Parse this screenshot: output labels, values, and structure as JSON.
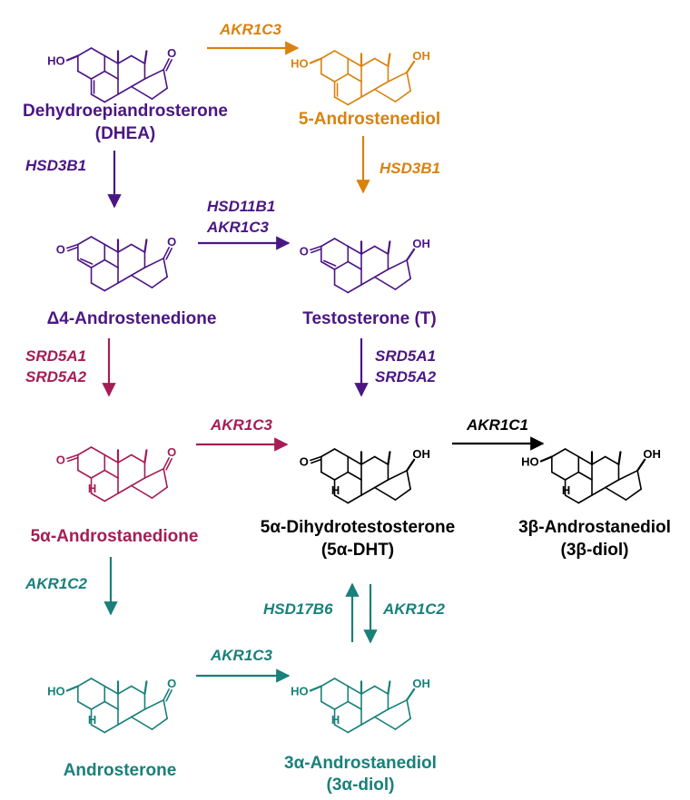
{
  "colors": {
    "purple": "#4b1684",
    "orange": "#d9820f",
    "crimson": "#a51d55",
    "black": "#000000",
    "teal": "#19807a"
  },
  "compounds": {
    "dhea": {
      "name": "Dehydroepiandrosterone",
      "abbr": "(DHEA)",
      "c17": "O",
      "c3": "HO",
      "color": "purple"
    },
    "androstenediol": {
      "name": "5-Androstenediol",
      "c17": "OH",
      "c3": "HO",
      "color": "orange"
    },
    "androstenedione": {
      "name": "Δ4-Androstenedione",
      "c17": "O",
      "c3": "O",
      "color": "purple"
    },
    "testosterone": {
      "name": "Testosterone (T)",
      "c17": "OH",
      "c3": "O",
      "color": "purple"
    },
    "androstanedione": {
      "name": "5α-Androstanedione",
      "c17": "O",
      "c3": "O",
      "h5": "H",
      "color": "crimson"
    },
    "dht": {
      "name": "5α-Dihydrotestosterone",
      "abbr": "(5α-DHT)",
      "c17": "OH",
      "c3": "O",
      "h5": "H",
      "color": "black"
    },
    "diol3b": {
      "name": "3β-Androstanediol",
      "abbr": "(3β-diol)",
      "c17": "OH",
      "c3": "HO",
      "h5": "H",
      "color": "black"
    },
    "androsterone": {
      "name": "Androsterone",
      "c17": "O",
      "c3": "HO",
      "h5": "H",
      "color": "teal"
    },
    "diol3a": {
      "name": "3α-Androstanediol",
      "abbr": "(3α-diol)",
      "c17": "OH",
      "c3": "HO",
      "h5": "H",
      "color": "teal"
    }
  },
  "enzymes": {
    "dhea_to_androstenediol": [
      "AKR1C3"
    ],
    "dhea_to_androstenedione": [
      "HSD3B1"
    ],
    "androstenediol_to_testosterone": [
      "HSD3B1"
    ],
    "androstenedione_to_testosterone": [
      "HSD11B1",
      "AKR1C3"
    ],
    "androstenedione_to_androstanedione": [
      "SRD5A1",
      "SRD5A2"
    ],
    "testosterone_to_dht": [
      "SRD5A1",
      "SRD5A2"
    ],
    "androstanedione_to_dht": [
      "AKR1C3"
    ],
    "dht_to_diol3b": [
      "AKR1C1"
    ],
    "androstanedione_to_androsterone": [
      "AKR1C2"
    ],
    "diol3a_to_dht": [
      "HSD17B6"
    ],
    "dht_to_diol3a": [
      "AKR1C2"
    ],
    "androsterone_to_diol3a": [
      "AKR1C3"
    ]
  }
}
